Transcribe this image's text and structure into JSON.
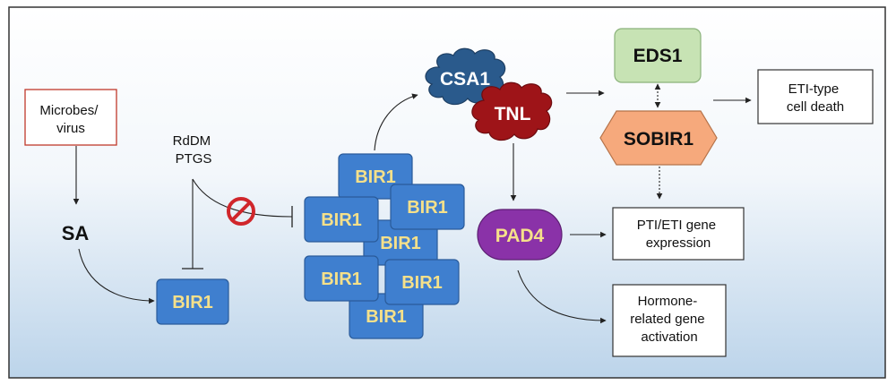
{
  "nodes": {
    "microbes": "Microbes/\nvirus",
    "sa": "SA",
    "rddm": "RdDM\nPTGS",
    "bir1_single": "BIR1",
    "bir1_cluster": [
      "BIR1",
      "BIR1",
      "BIR1",
      "BIR1",
      "BIR1",
      "BIR1",
      "BIR1"
    ],
    "csa1": "CSA1",
    "tnl": "TNL",
    "eds1": "EDS1",
    "sobir1": "SOBIR1",
    "pad4": "PAD4",
    "eti_death": "ETI-type\ncell death",
    "pti_eti": "PTI/ETI gene\nexpression",
    "hormone": "Hormone-\nrelated gene\nactivation"
  },
  "colors": {
    "bir1_fill": "#3f7fcf",
    "bir1_text": "#f5e08a",
    "csa1_fill": "#2a5a8c",
    "tnl_fill": "#9e1418",
    "eds1_fill": "#c7e3b4",
    "sobir1_fill": "#f6a97c",
    "pad4_fill": "#8a32a8",
    "pad4_text": "#f5e08a",
    "microbes_border": "#c0392b",
    "prohibit": "#d0262b",
    "bg_top": "#ffffff",
    "bg_bottom": "#bcd4ea"
  }
}
